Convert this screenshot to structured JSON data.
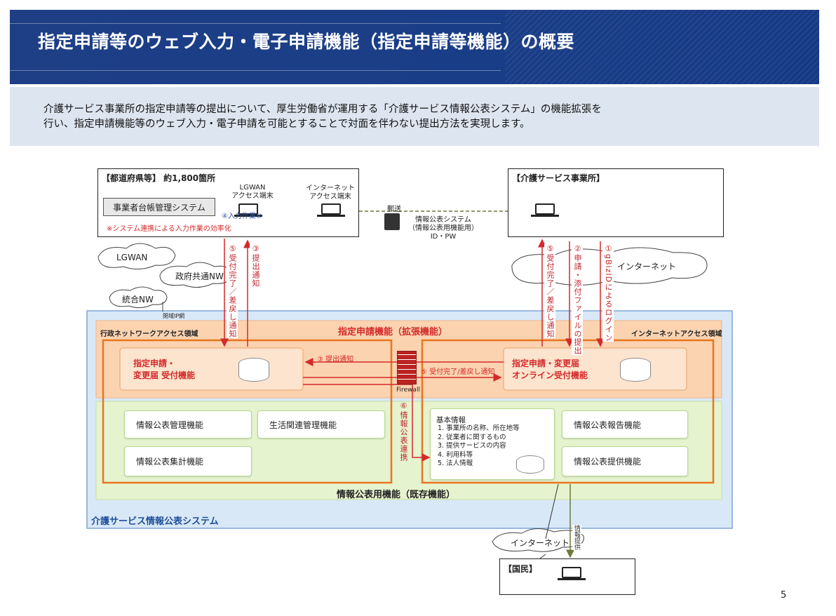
{
  "header": {
    "title": "指定申請等のウェブ入力・電子申請機能（指定申請等機能）の概要",
    "intro_line1": "介護サービス事業所の指定申請等の提出について、厚生労働省が運用する「介護サービス情報公表システム」の機能拡張を",
    "intro_line2": "行い、指定申請機能等のウェブ入力・電子申請を可能とすることで対面を伴わない提出方法を実現します。"
  },
  "prefecture": {
    "title": "【都道府県等】 約1,800箇所",
    "lgwan_terminal": "LGWAN\nアクセス端末",
    "internet_terminal": "インターネット\nアクセス端末",
    "ledger_system": "事業者台帳管理システム",
    "input_step": "④入力作業※",
    "note": "※システム連携による入力作業の効率化"
  },
  "mail": {
    "label": "郵送",
    "caption": "情報公表システム\n（情報公表用機能用）\nID・PW"
  },
  "office": {
    "title": "【介護サービス事業所】"
  },
  "clouds": {
    "lgwan": "LGWAN",
    "gov_nw": "政府共通NW",
    "integrated_nw": "統合NW",
    "closed_ip": "閉域IP網",
    "internet_top": "インターネット",
    "internet_bottom": "インターネット"
  },
  "flows": {
    "f5_left": "⑤受付完了／差戻し通知",
    "f3_left": "③提出通知",
    "f5_right": "⑤受付完了／差戻し通知",
    "f2_right": "②申請・添付ファイルの提出",
    "f1_right": "①gBizIDによるログイン",
    "f3_mid": "③ 提出通知",
    "f5_mid": "⑤ 受付完了/差戻し通知",
    "f6": "⑥情報公表連携",
    "info_provide": "情報提供",
    "firewall": "Firewall"
  },
  "system": {
    "outer_title": "介護サービス情報公表システム",
    "extended_title": "指定申請機能（拡張機能）",
    "admin_region": "行政ネットワークアクセス領域",
    "internet_region": "インターネットアクセス領域",
    "left_func": "指定申請・\n変更届 受付機能",
    "right_func": "指定申請・変更届\nオンライン受付機能",
    "existing_title": "情報公表用機能（既存機能）",
    "func_mgmt": "情報公表管理機能",
    "func_life": "生活関連管理機能",
    "func_agg": "情報公表集計機能",
    "func_report": "情報公表報告機能",
    "func_provide": "情報公表提供機能",
    "basic_info_title": "基本情報",
    "basic_info_items": [
      "1. 事業所の名称、所在地等",
      "2. 従業者に関するもの",
      "3. 提供サービスの内容",
      "4. 利用料等",
      "5. 法人情報"
    ]
  },
  "citizen": {
    "title": "【国民】"
  },
  "page_number": "5",
  "colors": {
    "header_blue": "#1e3f86",
    "intro_bg": "#dde5f0",
    "accent_red": "#d42a2a",
    "orange_border": "#e8761f",
    "orange_fill": "#fbd3b0",
    "green_fill": "#e6f3cf",
    "outer_blue": "#d9e8f7"
  }
}
